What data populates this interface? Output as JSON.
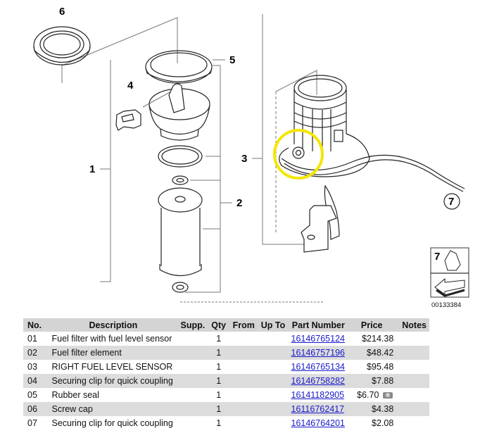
{
  "diagram": {
    "image_code": "00133384",
    "callouts": [
      "1",
      "2",
      "3",
      "4",
      "5",
      "6",
      "7"
    ],
    "highlight_color": "#f5e600",
    "legend_box_number": "7"
  },
  "table": {
    "headers": {
      "no": "No.",
      "description": "Description",
      "supp": "Supp.",
      "qty": "Qty",
      "from": "From",
      "upto": "Up To",
      "part_number": "Part Number",
      "price": "Price",
      "notes": "Notes"
    },
    "rows": [
      {
        "no": "01",
        "description": "Fuel filter with fuel level sensor",
        "supp": "",
        "qty": "1",
        "from": "",
        "upto": "",
        "part_number": "16146765124",
        "price": "$214.38",
        "notes": ""
      },
      {
        "no": "02",
        "description": "Fuel filter element",
        "supp": "",
        "qty": "1",
        "from": "",
        "upto": "",
        "part_number": "16146757196",
        "price": "$48.42",
        "notes": ""
      },
      {
        "no": "03",
        "description": "RIGHT FUEL LEVEL SENSOR",
        "supp": "",
        "qty": "1",
        "from": "",
        "upto": "",
        "part_number": "16146765134",
        "price": "$95.48",
        "notes": ""
      },
      {
        "no": "04",
        "description": "Securing clip for quick coupling",
        "supp": "",
        "qty": "1",
        "from": "",
        "upto": "",
        "part_number": "16146758282",
        "price": "$7.88",
        "notes": ""
      },
      {
        "no": "05",
        "description": "Rubber seal",
        "supp": "",
        "qty": "1",
        "from": "",
        "upto": "",
        "part_number": "16141182905",
        "price": "$6.70",
        "notes": "",
        "price_icon": "camera-icon"
      },
      {
        "no": "06",
        "description": "Screw cap",
        "supp": "",
        "qty": "1",
        "from": "",
        "upto": "",
        "part_number": "16116762417",
        "price": "$4.38",
        "notes": ""
      },
      {
        "no": "07",
        "description": "Securing clip for quick coupling",
        "supp": "",
        "qty": "1",
        "from": "",
        "upto": "",
        "part_number": "16146764201",
        "price": "$2.08",
        "notes": ""
      }
    ]
  }
}
